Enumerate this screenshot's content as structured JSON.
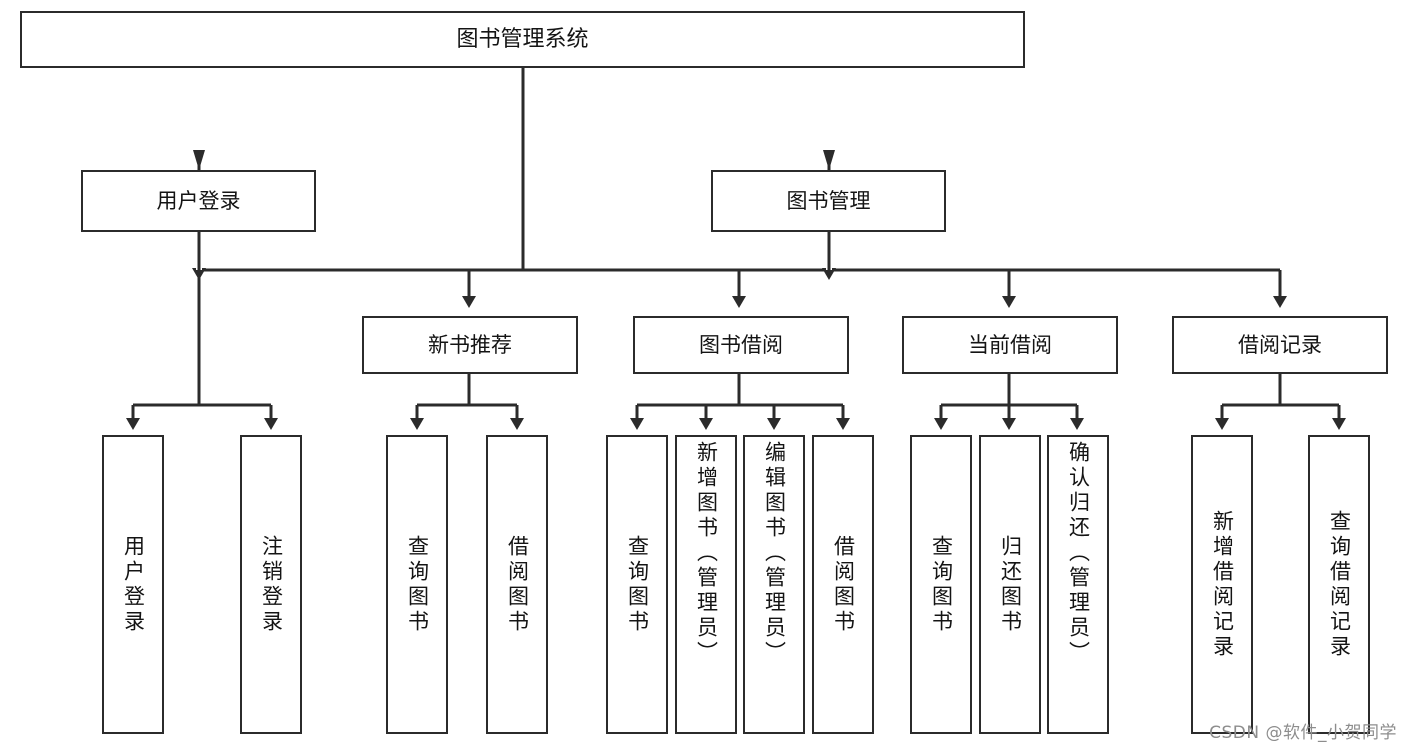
{
  "diagram": {
    "title": "图书管理系统",
    "watermark": "CSDN @软件_小贺同学",
    "stroke_color": "#2b2b2b",
    "background_color": "#ffffff",
    "text_color": "#141414",
    "watermark_color": "#8d8d8d"
  },
  "nodes": {
    "root": {
      "label": "图书管理系统"
    },
    "level2": [
      {
        "label": "用户登录"
      },
      {
        "label": "图书管理"
      }
    ],
    "level3": [
      {
        "label": "新书推荐"
      },
      {
        "label": "图书借阅"
      },
      {
        "label": "当前借阅"
      },
      {
        "label": "借阅记录"
      }
    ],
    "leaves": {
      "user_login": [
        {
          "label": "用户登录"
        },
        {
          "label": "注销登录"
        }
      ],
      "new_book_recommend": [
        {
          "label": "查询图书"
        },
        {
          "label": "借阅图书"
        }
      ],
      "book_borrow": [
        {
          "label": "查询图书"
        },
        {
          "label": "新增图书（管理员）"
        },
        {
          "label": "编辑图书（管理员）"
        },
        {
          "label": "借阅图书"
        }
      ],
      "current_borrow": [
        {
          "label": "查询图书"
        },
        {
          "label": "归还图书"
        },
        {
          "label": "确认归还（管理员）"
        }
      ],
      "borrow_record": [
        {
          "label": "新增借阅记录"
        },
        {
          "label": "查询借阅记录"
        }
      ]
    }
  }
}
